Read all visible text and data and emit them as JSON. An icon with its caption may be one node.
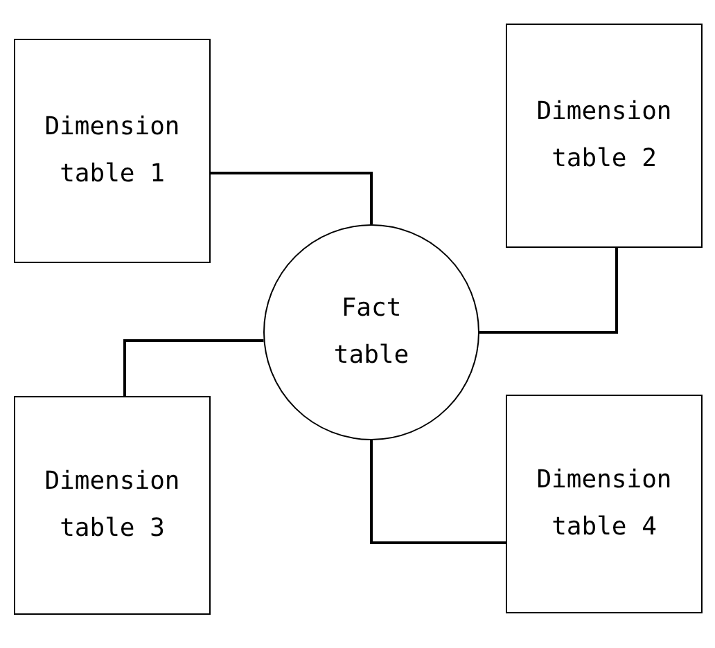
{
  "diagram": {
    "nodes": [
      {
        "text": [
          "Dimension table 1"
        ]
      },
      {
        "text": [
          "Dimension table 2"
        ]
      },
      {
        "text": [
          "Fact table"
        ]
      },
      {
        "text": [
          "Dimension table 3"
        ]
      },
      {
        "text": [
          "Dimension table 4"
        ]
      }
    ],
    "edges": [
      {
        "from": 0,
        "to": 2,
        "arrow": "none"
      },
      {
        "from": 1,
        "to": 2,
        "arrow": "none"
      },
      {
        "from": 3,
        "to": 2,
        "arrow": "none"
      },
      {
        "from": 4,
        "to": 2,
        "arrow": "none"
      }
    ]
  }
}
